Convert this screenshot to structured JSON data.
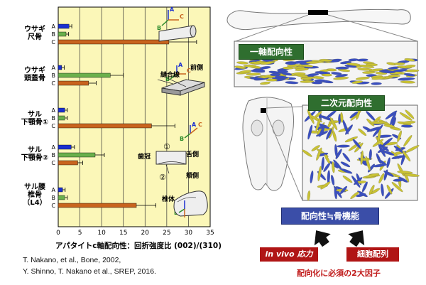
{
  "chart_data": {
    "type": "bar",
    "groups": [
      {
        "label": "ウサギ\n尺骨",
        "values": {
          "A": 2.5,
          "B": 1.8,
          "C": 25.5
        }
      },
      {
        "label": "ウサギ\n頭蓋骨",
        "values": {
          "A": 0.8,
          "B": 12.0,
          "C": 7.0
        }
      },
      {
        "label": "サル\n下顎骨①",
        "values": {
          "A": 1.5,
          "B": 1.5,
          "C": 21.5
        }
      },
      {
        "label": "サル\n下顎骨②",
        "values": {
          "A": 3.0,
          "B": 8.5,
          "C": 4.5
        }
      },
      {
        "label": "サル腰\n椎骨\n（L4）",
        "values": {
          "A": 1.0,
          "B": 1.5,
          "C": 18.0
        }
      }
    ],
    "series": [
      "A",
      "B",
      "C"
    ],
    "xlim": [
      0,
      35
    ],
    "xticks": [
      0,
      5,
      10,
      15,
      20,
      25,
      30,
      35
    ],
    "xlabel": "アパタイトc軸配向性：回折強度比 (002)/(310)",
    "colors": {
      "A": "#1a2fd0",
      "B": "#6ab04c",
      "C": "#c8641e"
    }
  },
  "annotations": {
    "axis_a": "A",
    "axis_b": "B",
    "axis_c": "C",
    "suture": "縫合線",
    "front": "前側",
    "denticle": "歯冠",
    "lingual": "舌側",
    "buccal": "頬側",
    "vertebral_body": "椎体",
    "circle_1": "①",
    "circle_2": "②"
  },
  "right": {
    "uniaxial": "一軸配向性",
    "biaxial": "二次元配向性",
    "function": "配向性≒骨機能",
    "stress": "in vivo 応力",
    "cell": "細胞配列",
    "factors": "配向化に必須の2大因子"
  },
  "references": [
    "T. Nakano, et al., Bone, 2002,",
    "Y. Shinno, T. Nakano et al., SREP, 2016."
  ]
}
